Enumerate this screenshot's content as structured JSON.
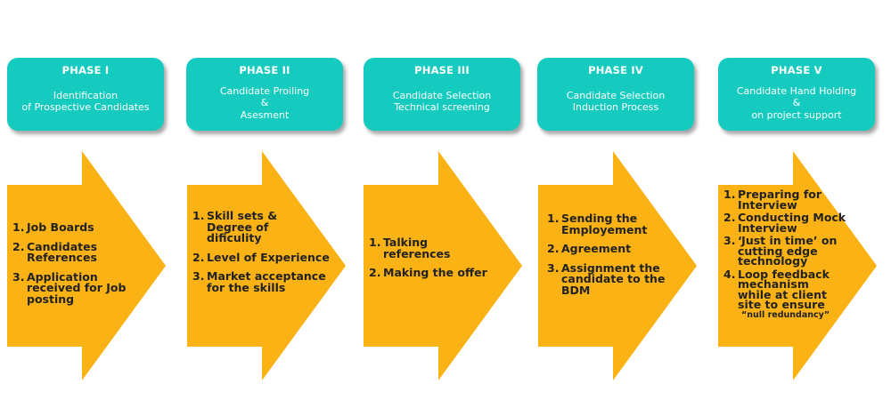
{
  "colors": {
    "header_bg": "#15cbc0",
    "arrow_fill": "#fbb214"
  },
  "phases": [
    {
      "title": "PHASE I",
      "subtitle": "Identification\nof Prospective Candidates",
      "items": [
        "Job Boards",
        "Candidates\nReferences",
        "Application\nreceived for Job\nposting"
      ]
    },
    {
      "title": "PHASE II",
      "subtitle": "Candidate Proiling\n&\nAsesment",
      "items": [
        "Skill sets &\nDegree of\ndificulity",
        "Level of Experience",
        "Market acceptance\nfor the skills"
      ]
    },
    {
      "title": "PHASE III",
      "subtitle": "Candidate Selection\nTechnical screening",
      "items": [
        "Talking\nreferences",
        "Making the offer"
      ]
    },
    {
      "title": "PHASE IV",
      "subtitle": "Candidate Selection\nInduction Process",
      "items": [
        "Sending the\nEmployement",
        "Agreement",
        "Assignment the\ncandidate to the\nBDM"
      ]
    },
    {
      "title": "PHASE V",
      "subtitle": "Candidate Hand Holding\n&\non project support",
      "items": [
        "Preparing for\nInterview",
        "Conducting Mock\nInterview",
        "‘Just in time’ on\ncutting edge\ntechnology",
        "Loop feedback\nmechanism\nwhile at client\nsite to ensure"
      ],
      "note": "“null redundancy”"
    }
  ],
  "numbers": [
    "1.",
    "2.",
    "3.",
    "4."
  ]
}
